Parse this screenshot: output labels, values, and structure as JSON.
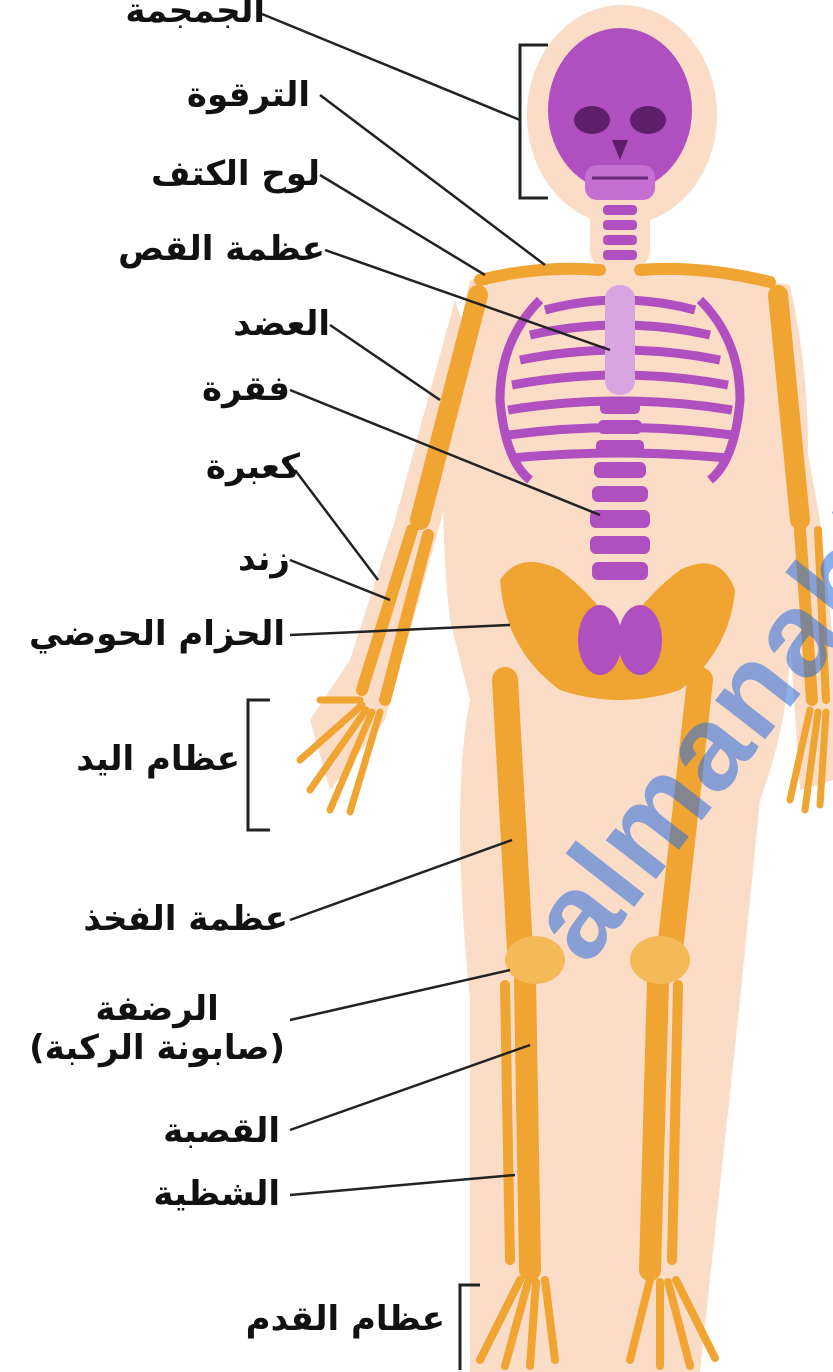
{
  "labels": {
    "skull": "الجمجمة",
    "clavicle": "الترقوة",
    "scapula": "لوح الكتف",
    "sternum": "عظمة القص",
    "humerus": "العضد",
    "vertebra": "فقرة",
    "radius": "كعبرة",
    "ulna": "زند",
    "pelvic_girdle": "الحزام الحوضي",
    "hand_bones": "عظام اليد",
    "femur": "عظمة الفخذ",
    "patella_line1": "الرضفة",
    "patella_line2": "(صابونة الركبة)",
    "tibia": "القصبة",
    "fibula": "الشظية",
    "foot_bones": "عظام القدم"
  },
  "watermark": "almanahj",
  "colors": {
    "bone": "#f0a431",
    "axial": "#b04fc0",
    "body": "#fbdcc6",
    "line": "#222222",
    "watermark": "#2a6fe0"
  }
}
